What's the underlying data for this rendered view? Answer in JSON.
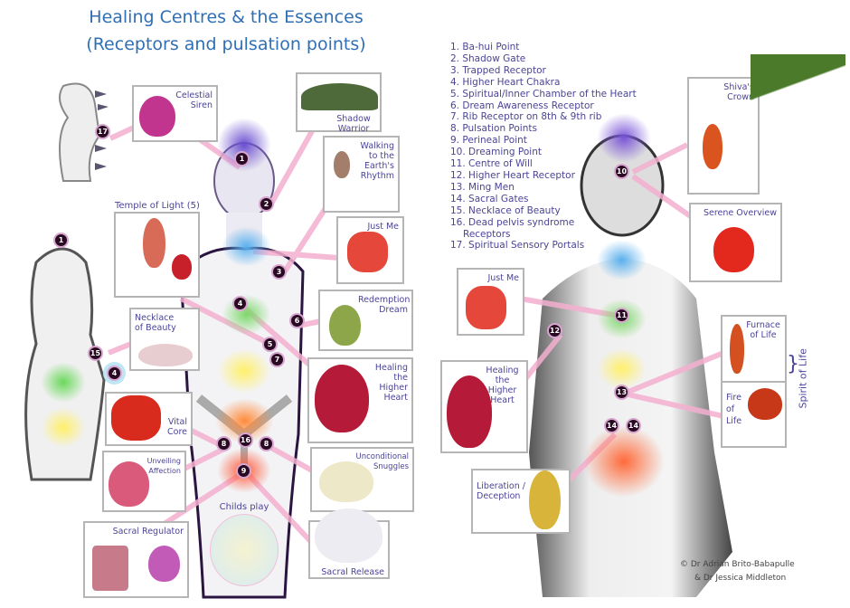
{
  "title": "Healing Centres & the Essences",
  "subtitle": "(Receptors and pulsation points)",
  "legend": [
    "1. Ba-hui Point",
    "2. Shadow Gate",
    "3. Trapped Receptor",
    "4. Higher Heart Chakra",
    "5. Spiritual/Inner Chamber of the Heart",
    "6. Dream Awareness Receptor",
    "7. Rib Receptor on 8th & 9th rib",
    "8. Pulsation Points",
    "9. Perineal Point",
    "10. Dreaming Point",
    "11. Centre of Will",
    "12. Higher Heart Receptor",
    "13. Ming Men",
    "14. Sacral Gates",
    "15. Necklace of Beauty",
    "16. Dead pelvis syndrome",
    "Receptors",
    "17. Spiritual Sensory Portals"
  ],
  "essences": {
    "celestial_siren": "Celestial Siren",
    "shadow_warrior": "Shadow Warrior",
    "walking": "Walking to the Earth's Rhythm",
    "temple": "Temple of Light (5)",
    "just_me": "Just Me",
    "redemption": "Redemption Dream",
    "necklace": "Necklace of Beauty",
    "healing_heart": "Healing the Higher Heart",
    "vital_core": "Vital Core",
    "unveiling": "Unveiling Affection",
    "snuggles": "Unconditional Snuggles",
    "childs_play": "Childs play",
    "sacral_regulator": "Sacral Regulator",
    "sacral_release": "Sacral Release",
    "shivas_crown": "Shiva's Crown",
    "serene": "Serene Overview",
    "just_me_2": "Just Me",
    "healing_heart_2": "Healing the Higher Heart",
    "furnace": "Furnace of Life",
    "fire": "Fire of Life",
    "spirit": "Spirit of Life",
    "liberation": "Liberation / Deception"
  },
  "badges": {
    "b17": "17",
    "b1": "1",
    "b2": "2",
    "b3": "3",
    "b4": "4",
    "b5": "5",
    "b6": "6",
    "b7": "7",
    "b1b": "1",
    "b15": "15",
    "b4b": "4",
    "b8a": "8",
    "b16": "16",
    "b8b": "8",
    "b9": "9",
    "b10": "10",
    "b11": "11",
    "b12": "12",
    "b13": "13",
    "b14a": "14",
    "b14b": "14"
  },
  "credits": [
    "© Dr Adrian Brito-Babapulle",
    "& Dr Jessica Middleton"
  ],
  "colors": {
    "title": "#2f6fb5",
    "label": "#4b4497",
    "connector": "#f2a9cc",
    "badge": "#2a0a22"
  }
}
